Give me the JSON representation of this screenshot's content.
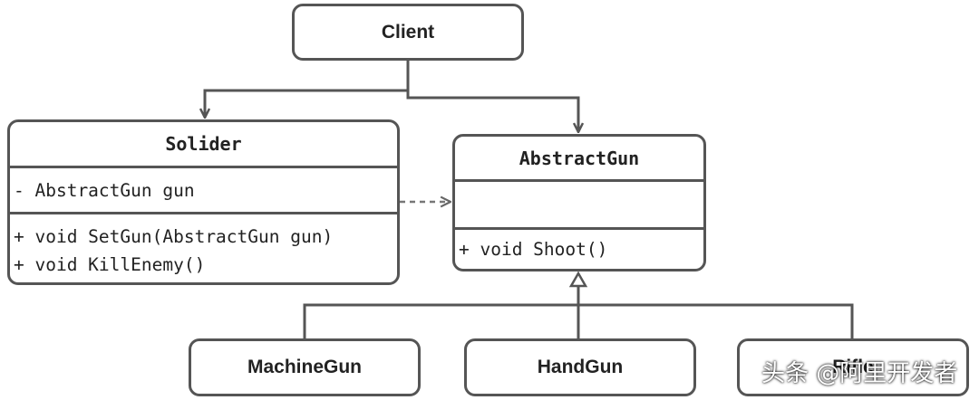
{
  "diagram": {
    "client": {
      "label": "Client"
    },
    "solider": {
      "name": "Solider",
      "attributes": [
        "- AbstractGun gun"
      ],
      "methods": [
        "+ void SetGun(AbstractGun gun)",
        "+ void KillEnemy()"
      ]
    },
    "abstract_gun": {
      "name": "AbstractGun",
      "attributes": [],
      "methods": [
        "+ void Shoot()"
      ]
    },
    "subclasses": [
      {
        "label": "MachineGun"
      },
      {
        "label": "HandGun"
      },
      {
        "label": "Rifle"
      }
    ],
    "colors": {
      "stroke": "#555555",
      "text": "#222222",
      "background": "#ffffff"
    }
  },
  "watermark": "头条 @阿里开发者"
}
